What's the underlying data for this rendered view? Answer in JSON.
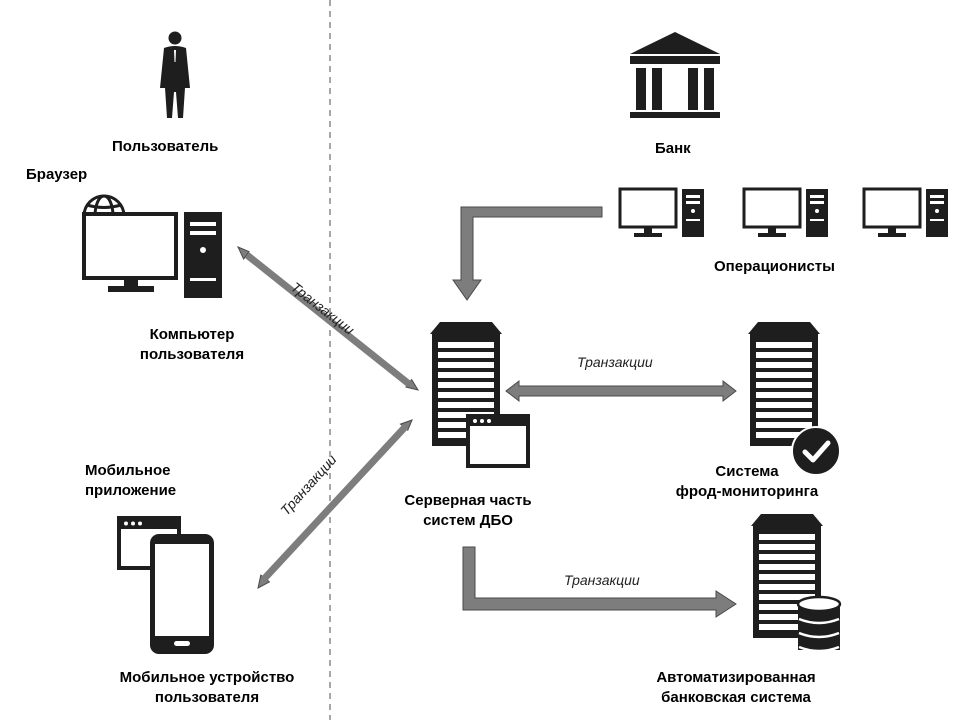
{
  "labels": {
    "user": "Пользователь",
    "browser": "Браузер",
    "user_pc_1": "Компьютер",
    "user_pc_2": "пользователя",
    "mobile_app_1": "Мобильное",
    "mobile_app_2": "приложение",
    "mobile_device_1": "Мобильное устройство",
    "mobile_device_2": "пользователя",
    "bank": "Банк",
    "operators": "Операционисты",
    "server_1": "Серверная часть",
    "server_2": "систем ДБО",
    "fraud_1": "Система",
    "fraud_2": "фрод-мониторинга",
    "abs_1": "Автоматизированная",
    "abs_2": "банковская система"
  },
  "arrows": {
    "t1": "Транзакции",
    "t2": "Транзакции",
    "t3": "Транзакции",
    "t4": "Транзакции"
  },
  "colors": {
    "arrow_fill": "#7d7d7d",
    "arrow_stroke": "#4a4a4a",
    "icon": "#1e1e1e",
    "divider": "#8a8a8a"
  }
}
